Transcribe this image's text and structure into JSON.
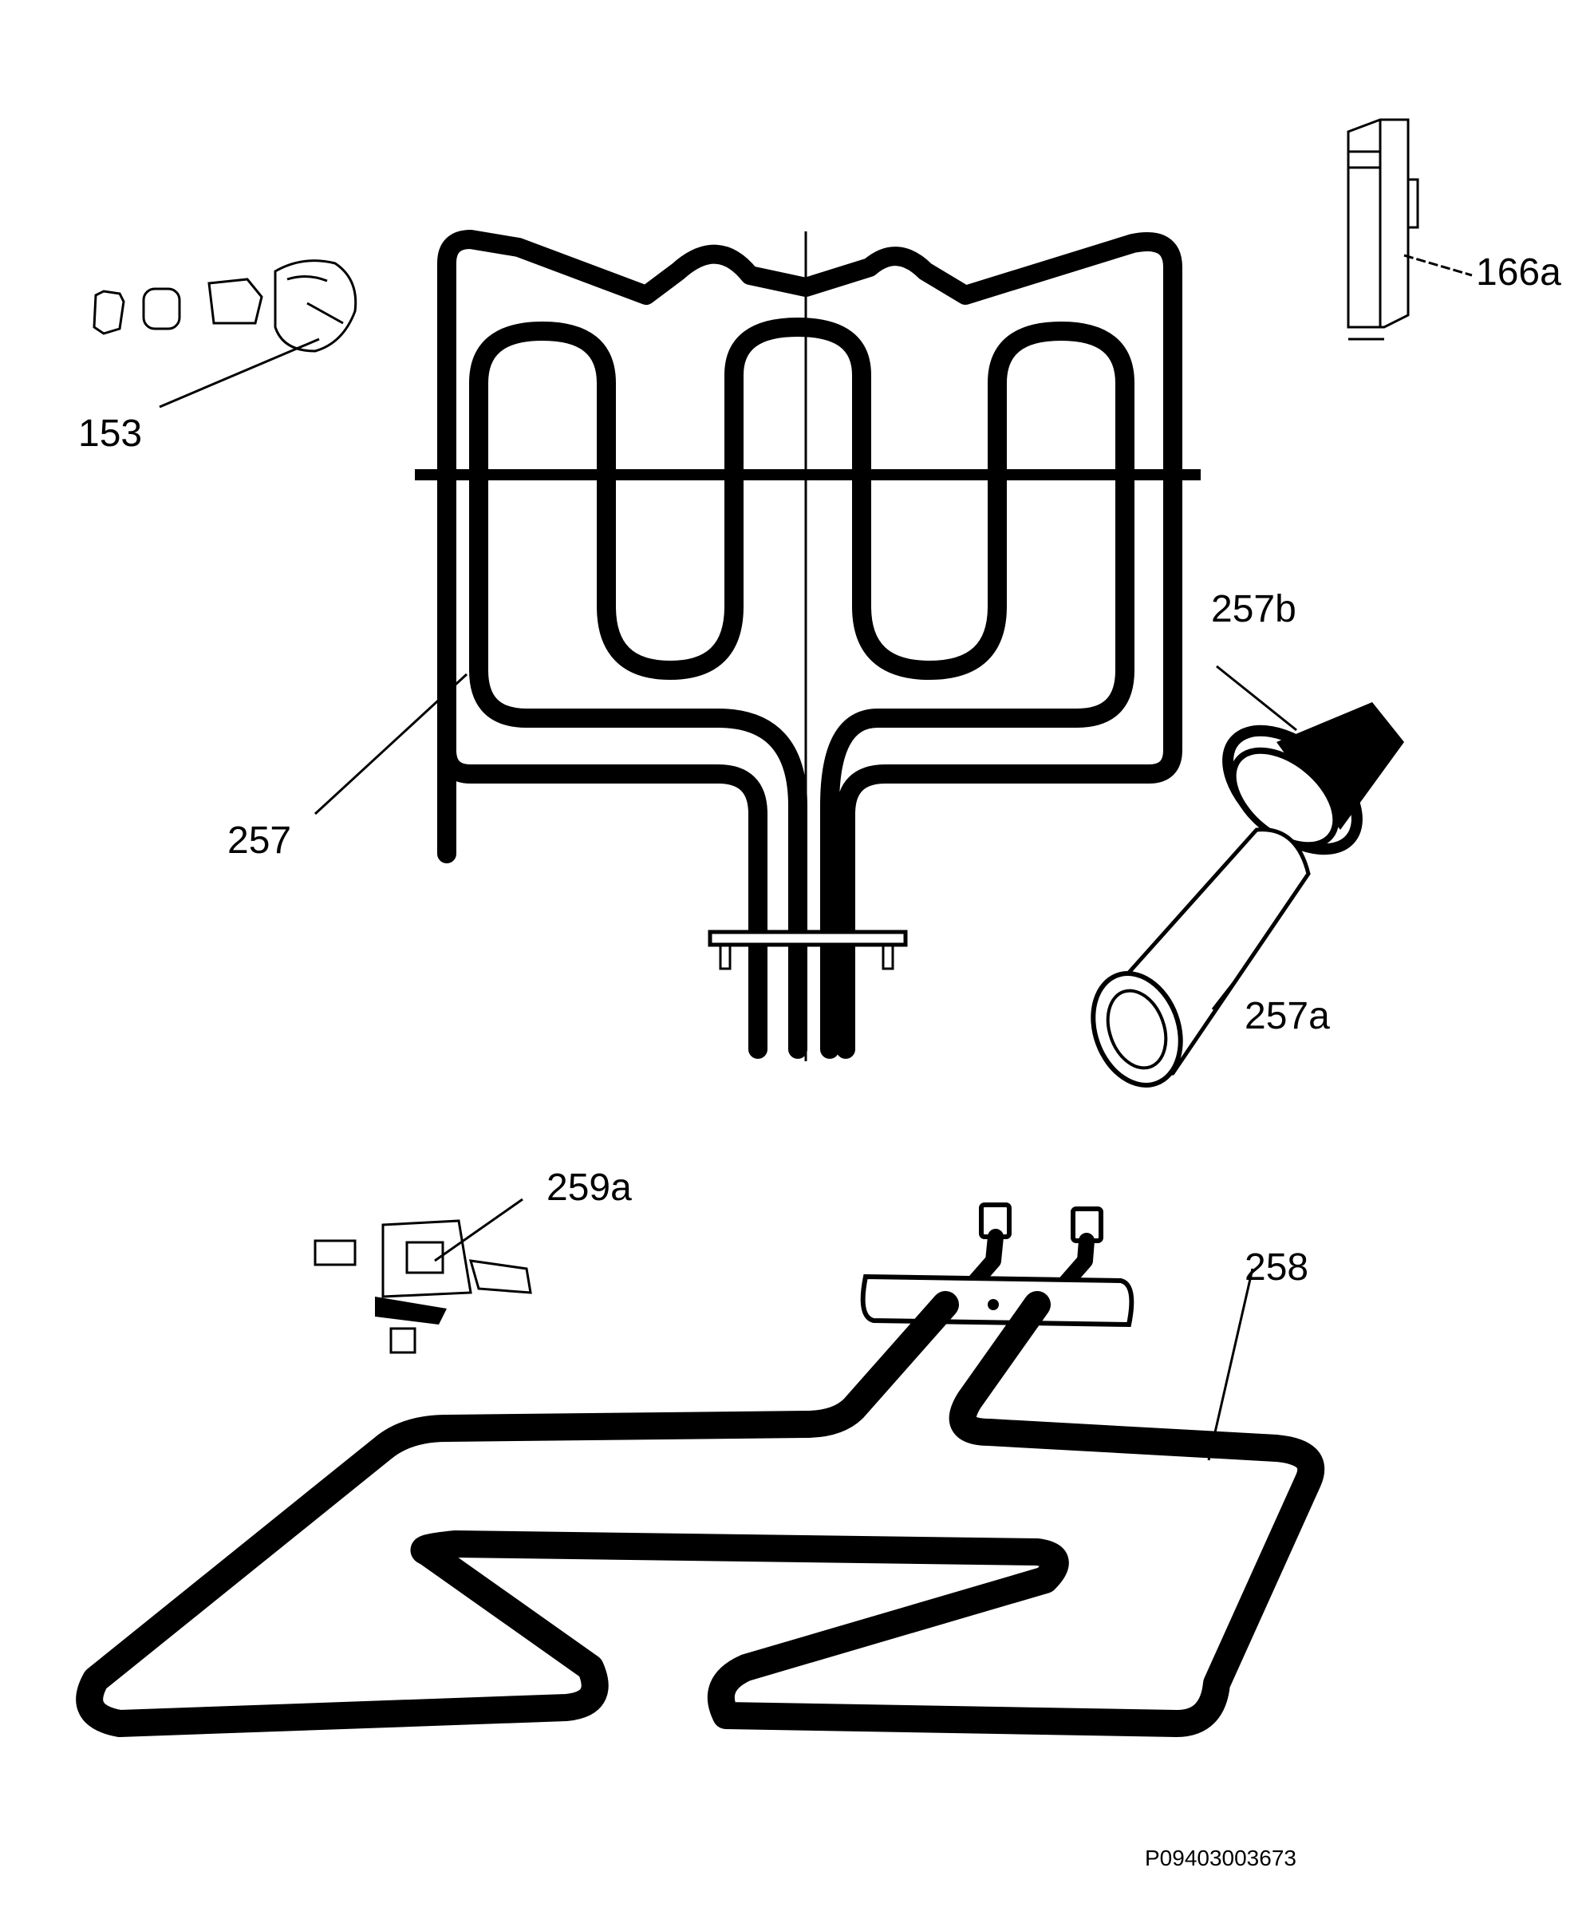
{
  "parts": [
    {
      "id": "part-153",
      "label": "153"
    },
    {
      "id": "part-166a",
      "label": "166a"
    },
    {
      "id": "part-257",
      "label": "257"
    },
    {
      "id": "part-257b",
      "label": "257b"
    },
    {
      "id": "part-257a",
      "label": "257a"
    },
    {
      "id": "part-259a",
      "label": "259a"
    },
    {
      "id": "part-258",
      "label": "258"
    }
  ],
  "drawing_code": "P09403003673",
  "colors": {
    "line": "#000000",
    "background": "#ffffff"
  }
}
